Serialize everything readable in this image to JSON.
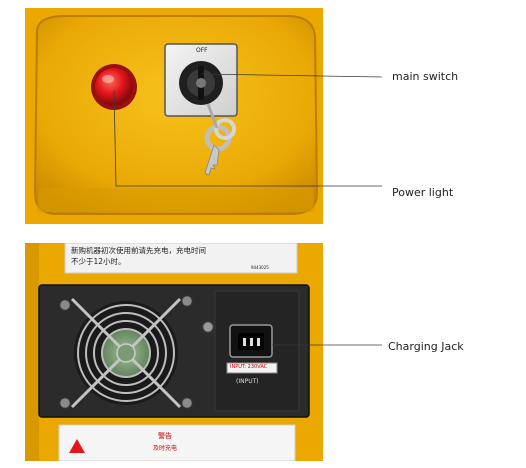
{
  "callouts": {
    "main_switch": "main switch",
    "power_light": "Power light",
    "charging_jack": "Charging Jack"
  },
  "top_panel": {
    "switch_plate_text": "OFF"
  },
  "bottom_panel": {
    "sticker_line1": "新购机器初次使用前请先充电，充电时间",
    "sticker_line2": "不少于12小时。",
    "sticker_code": "9443025",
    "input_label": "INPUT: 230VAC",
    "input_caption": "(INPUT)",
    "warning_title": "警告",
    "warning_line": "及时充电"
  },
  "colors": {
    "housing_yellow": "#f2b705",
    "housing_shadow": "#c98a00",
    "power_red": "#e3161b",
    "fan_plate": "#2b2b2b"
  }
}
